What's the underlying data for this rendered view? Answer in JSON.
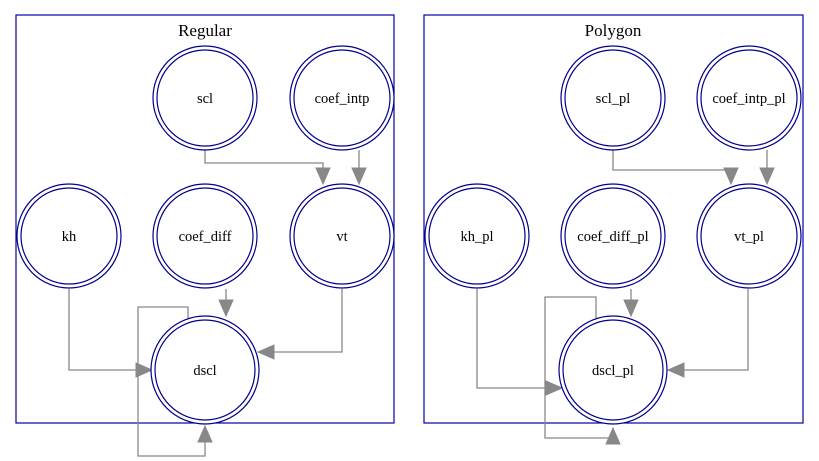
{
  "colors": {
    "cluster_border": "#0000aa",
    "node_border": "#00008b",
    "edge": "#888888",
    "background": "#ffffff"
  },
  "clusters": [
    {
      "id": "regular",
      "label": "Regular",
      "nodes": [
        {
          "id": "scl",
          "label": "scl"
        },
        {
          "id": "coef_intp",
          "label": "coef_intp"
        },
        {
          "id": "kh",
          "label": "kh"
        },
        {
          "id": "coef_diff",
          "label": "coef_diff"
        },
        {
          "id": "vt",
          "label": "vt"
        },
        {
          "id": "dscl",
          "label": "dscl"
        }
      ],
      "edges": [
        {
          "from": "scl",
          "to": "vt"
        },
        {
          "from": "coef_intp",
          "to": "vt"
        },
        {
          "from": "kh",
          "to": "dscl"
        },
        {
          "from": "coef_diff",
          "to": "dscl"
        },
        {
          "from": "vt",
          "to": "dscl"
        },
        {
          "from": "dscl",
          "to": "dscl"
        }
      ]
    },
    {
      "id": "polygon",
      "label": "Polygon",
      "nodes": [
        {
          "id": "scl_pl",
          "label": "scl_pl"
        },
        {
          "id": "coef_intp_pl",
          "label": "coef_intp_pl"
        },
        {
          "id": "kh_pl",
          "label": "kh_pl"
        },
        {
          "id": "coef_diff_pl",
          "label": "coef_diff_pl"
        },
        {
          "id": "vt_pl",
          "label": "vt_pl"
        },
        {
          "id": "dscl_pl",
          "label": "dscl_pl"
        }
      ],
      "edges": [
        {
          "from": "scl_pl",
          "to": "vt_pl"
        },
        {
          "from": "coef_intp_pl",
          "to": "vt_pl"
        },
        {
          "from": "kh_pl",
          "to": "dscl_pl"
        },
        {
          "from": "coef_diff_pl",
          "to": "dscl_pl"
        },
        {
          "from": "vt_pl",
          "to": "dscl_pl"
        },
        {
          "from": "dscl_pl",
          "to": "dscl_pl"
        }
      ]
    }
  ]
}
